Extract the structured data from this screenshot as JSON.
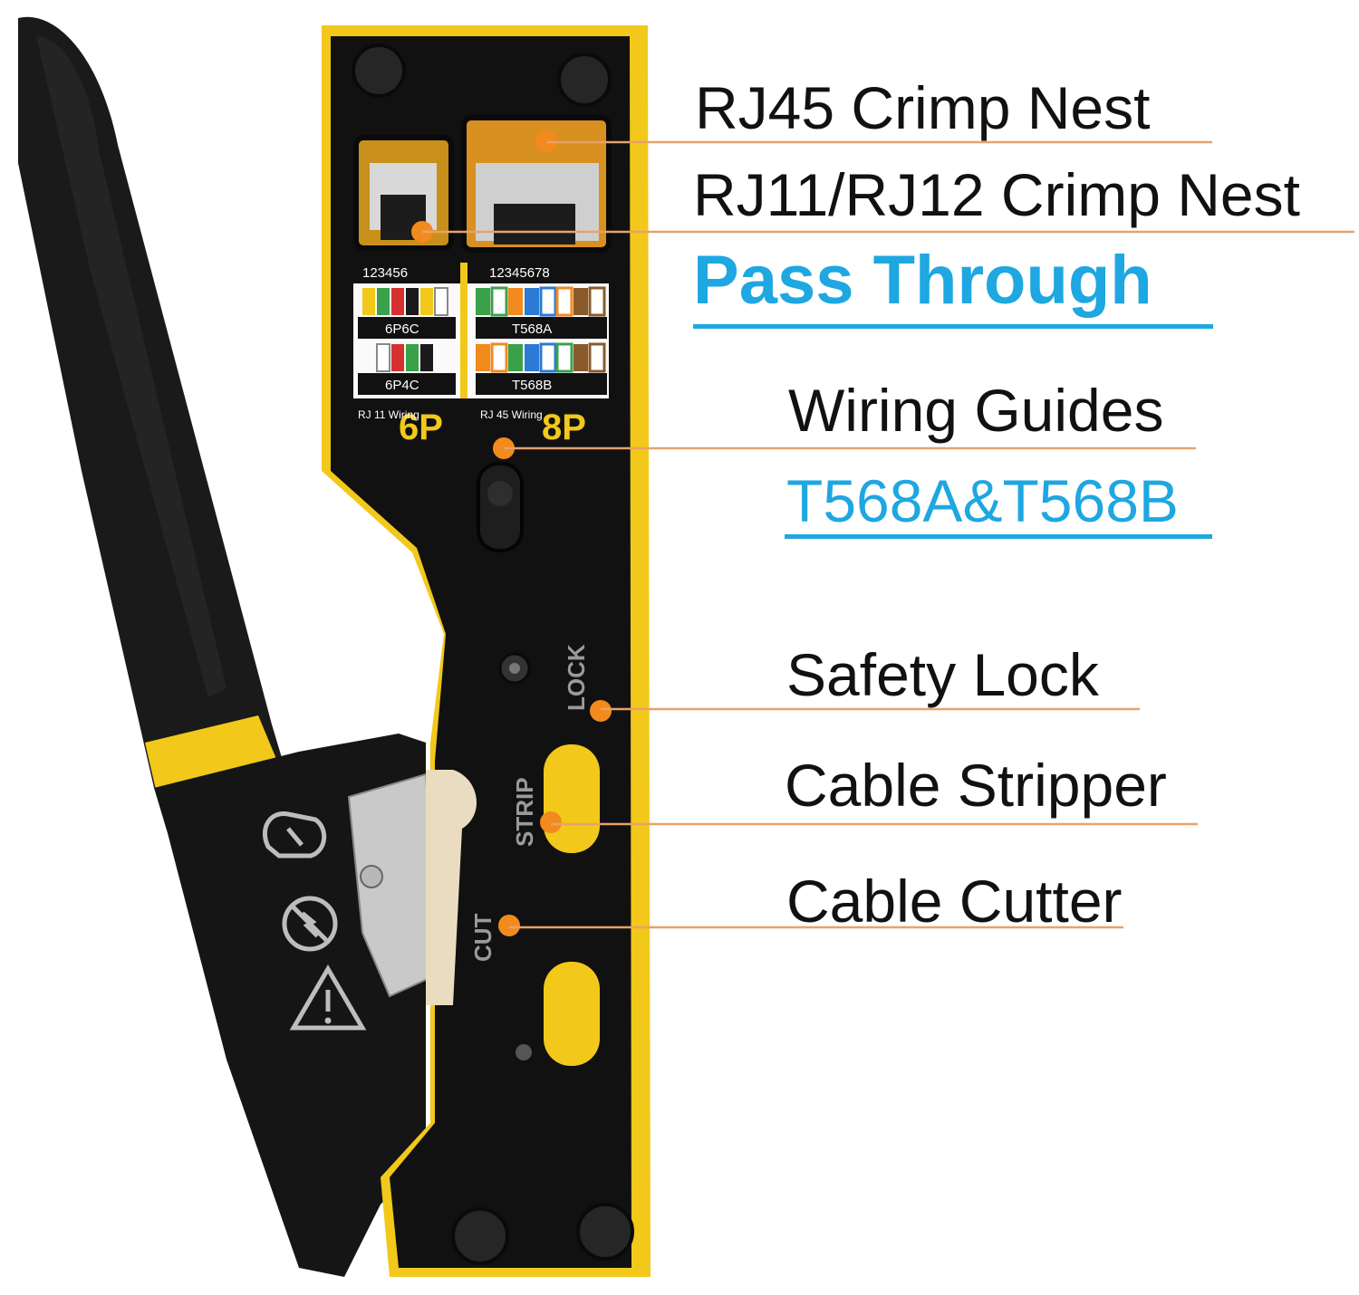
{
  "colors": {
    "tool_body": "#121212",
    "accent_yellow": "#f2c81a",
    "callout_orange": "#f28a1e",
    "callout_line": "#e7a26a",
    "highlight_blue": "#1ea7e1",
    "text": "#111111"
  },
  "callouts": {
    "rj45": "RJ45 Crimp Nest",
    "rj11": "RJ11/RJ12 Crimp Nest",
    "pass_through": "Pass Through",
    "wiring_guides": "Wiring Guides",
    "wiring_standards": "T568A&T568B",
    "safety_lock": "Safety Lock",
    "cable_stripper": "Cable Stripper",
    "cable_cutter": "Cable Cutter"
  },
  "tool_markings": {
    "lock": "LOCK",
    "strip": "STRIP",
    "cut": "CUT",
    "pins_8p": "12345678",
    "pins_6p": "123456",
    "t568a": "T568A",
    "t568b": "T568B",
    "p6c": "6P6C",
    "p4c": "6P4C",
    "big_8p": "8P",
    "big_6p": "6P",
    "rj45_wiring": "RJ 45 Wiring",
    "rj11_wiring": "RJ 11 Wiring"
  },
  "icons": [
    "cable-stripping-icon",
    "no-live-wire-icon",
    "warning-triangle-icon"
  ]
}
